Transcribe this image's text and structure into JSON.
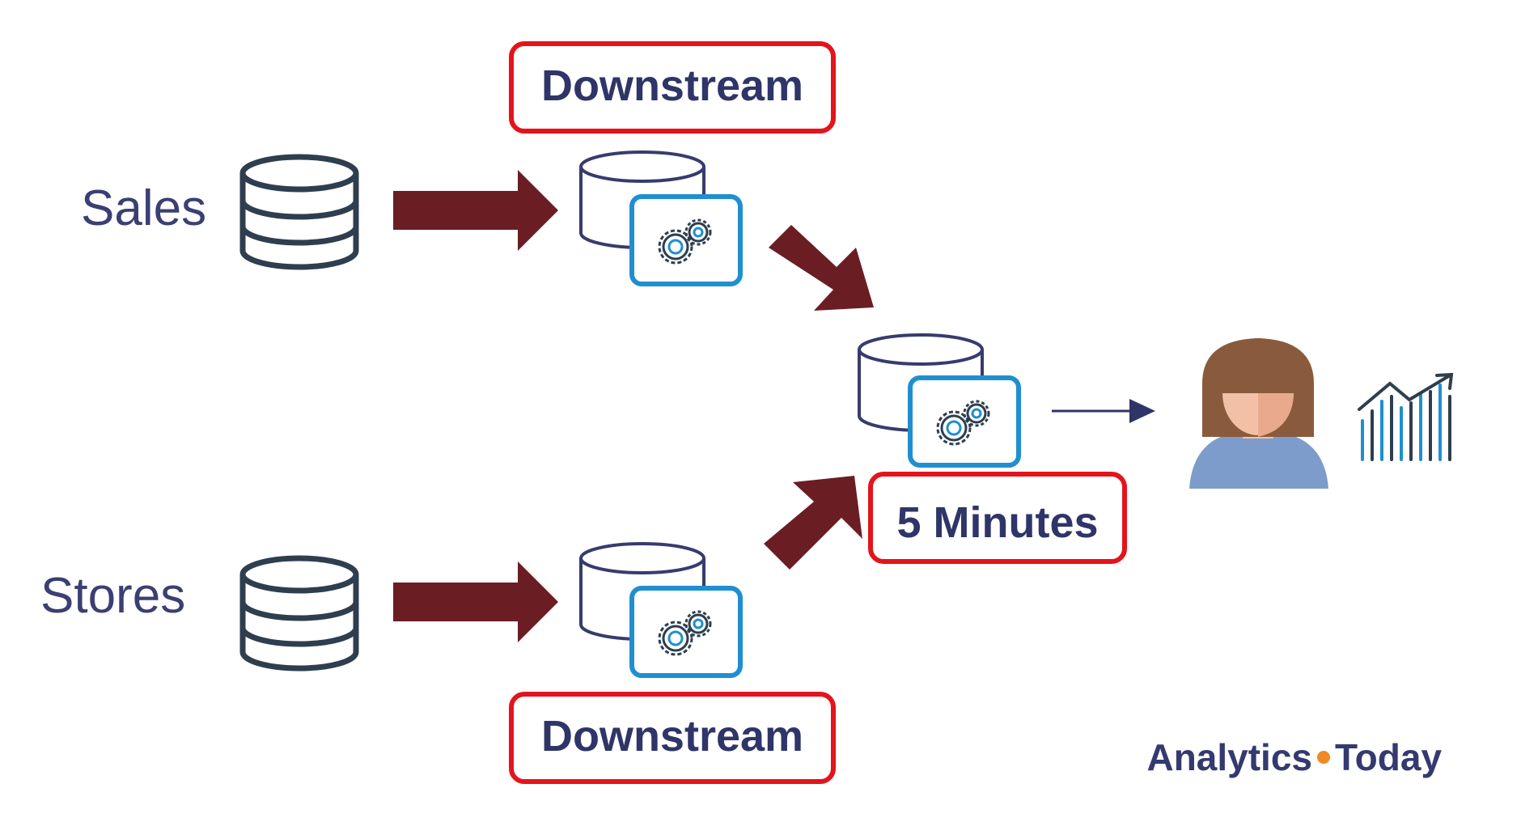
{
  "sources": {
    "sales_label": "Sales",
    "stores_label": "Stores"
  },
  "labels": {
    "top_downstream": "Downstream",
    "bottom_downstream": "Downstream",
    "combined_frequency": "5 Minutes"
  },
  "brand": {
    "part1": "Analytics",
    "part2": "Today"
  },
  "icons": {
    "source_db": "database-icon",
    "task_db": "database-icon",
    "task": "gear-icon",
    "consumer": "user-avatar-icon",
    "report": "bar-chart-trend-icon"
  },
  "colors": {
    "flow_arrow": "#6b1d24",
    "label_border": "#e4141c",
    "label_text": "#2f3568",
    "db_stroke": "#2e3e4f",
    "task_db_stroke": "#373b6e",
    "task_border": "#1f8fd0",
    "brand_dot": "#f08a24",
    "avatar_hair": "#8a5a3c",
    "avatar_skin": "#f2c0a6",
    "avatar_shirt": "#7d9ccb",
    "small_arrow": "#2f3568"
  }
}
